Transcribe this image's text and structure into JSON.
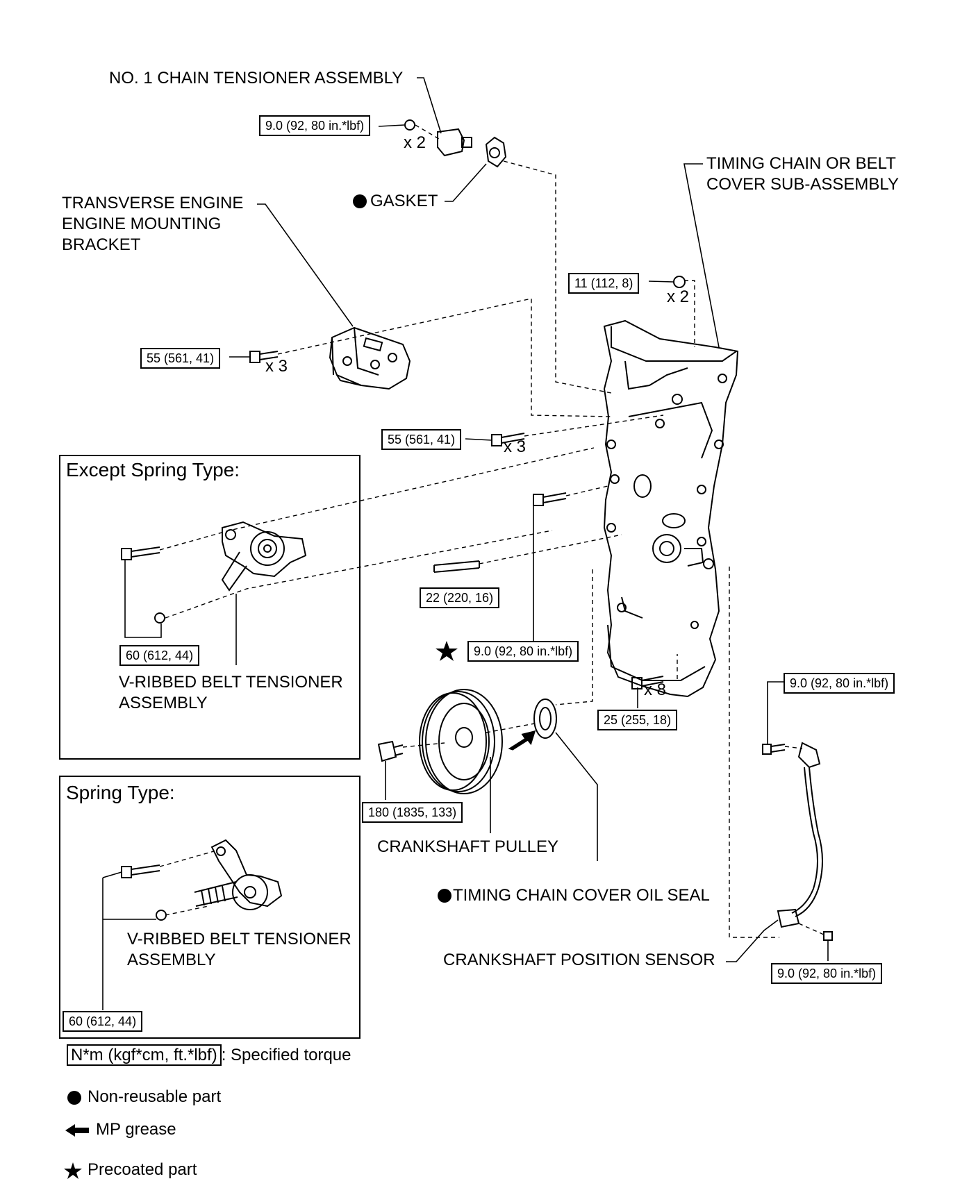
{
  "labels": {
    "chain_tensioner": "NO. 1 CHAIN TENSIONER ASSEMBLY",
    "gasket": "GASKET",
    "timing_cover": "TIMING CHAIN OR BELT\nCOVER SUB-ASSEMBLY",
    "mount_bracket": "TRANSVERSE ENGINE\nENGINE MOUNTING\nBRACKET",
    "vribbed_1": "V-RIBBED BELT TENSIONER\nASSEMBLY",
    "vribbed_2": "V-RIBBED BELT TENSIONER\nASSEMBLY",
    "crank_pulley": "CRANKSHAFT PULLEY",
    "oil_seal": "TIMING CHAIN COVER OIL SEAL",
    "crank_sensor": "CRANKSHAFT POSITION SENSOR"
  },
  "boxes": {
    "except_spring": "Except Spring Type:",
    "spring": "Spring Type:"
  },
  "torques": {
    "tensioner_nut": "9.0 (92, 80 in.*lbf)",
    "cover_nut": "11 (112, 8)",
    "bracket_bolt": "55 (561, 41)",
    "cover_bolt_55": "55 (561, 41)",
    "stud": "22 (220, 16)",
    "precoated_bolt": "9.0 (92, 80 in.*lbf)",
    "cover_bolt_25": "25 (255, 18)",
    "sensor_bolt_top": "9.0 (92, 80 in.*lbf)",
    "sensor_bolt_bottom": "9.0 (92, 80 in.*lbf)",
    "pulley_bolt": "180 (1835, 133)",
    "tensioner_bolt_1": "60 (612, 44)",
    "tensioner_bolt_2": "60 (612, 44)"
  },
  "quantities": {
    "tensioner_nut": "x 2",
    "cover_nut": "x 2",
    "bracket_bolt": "x 3",
    "cover_bolt_55": "x 3",
    "cover_bolt_25": "x 8"
  },
  "legend": {
    "torque_box": "N*m (kgf*cm, ft.*lbf)",
    "torque_text": ": Specified torque",
    "non_reusable": "Non-reusable part",
    "mp_grease": "MP grease",
    "precoated": "Precoated part"
  }
}
